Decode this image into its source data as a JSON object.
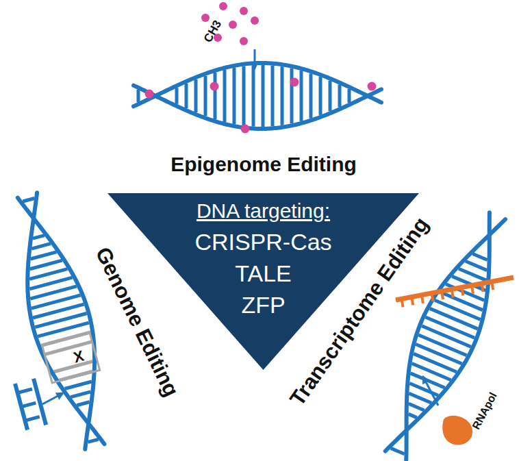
{
  "diagram": {
    "nodes": [
      {
        "text": [
          "DNA targeting:",
          "CRISPR-Cas",
          "TALE",
          "ZFP"
        ]
      }
    ],
    "labels": [
      "Epigenome Editing",
      "Genome Editing",
      "Transcriptome Editing",
      "CH3",
      "X",
      "RNApol"
    ]
  }
}
